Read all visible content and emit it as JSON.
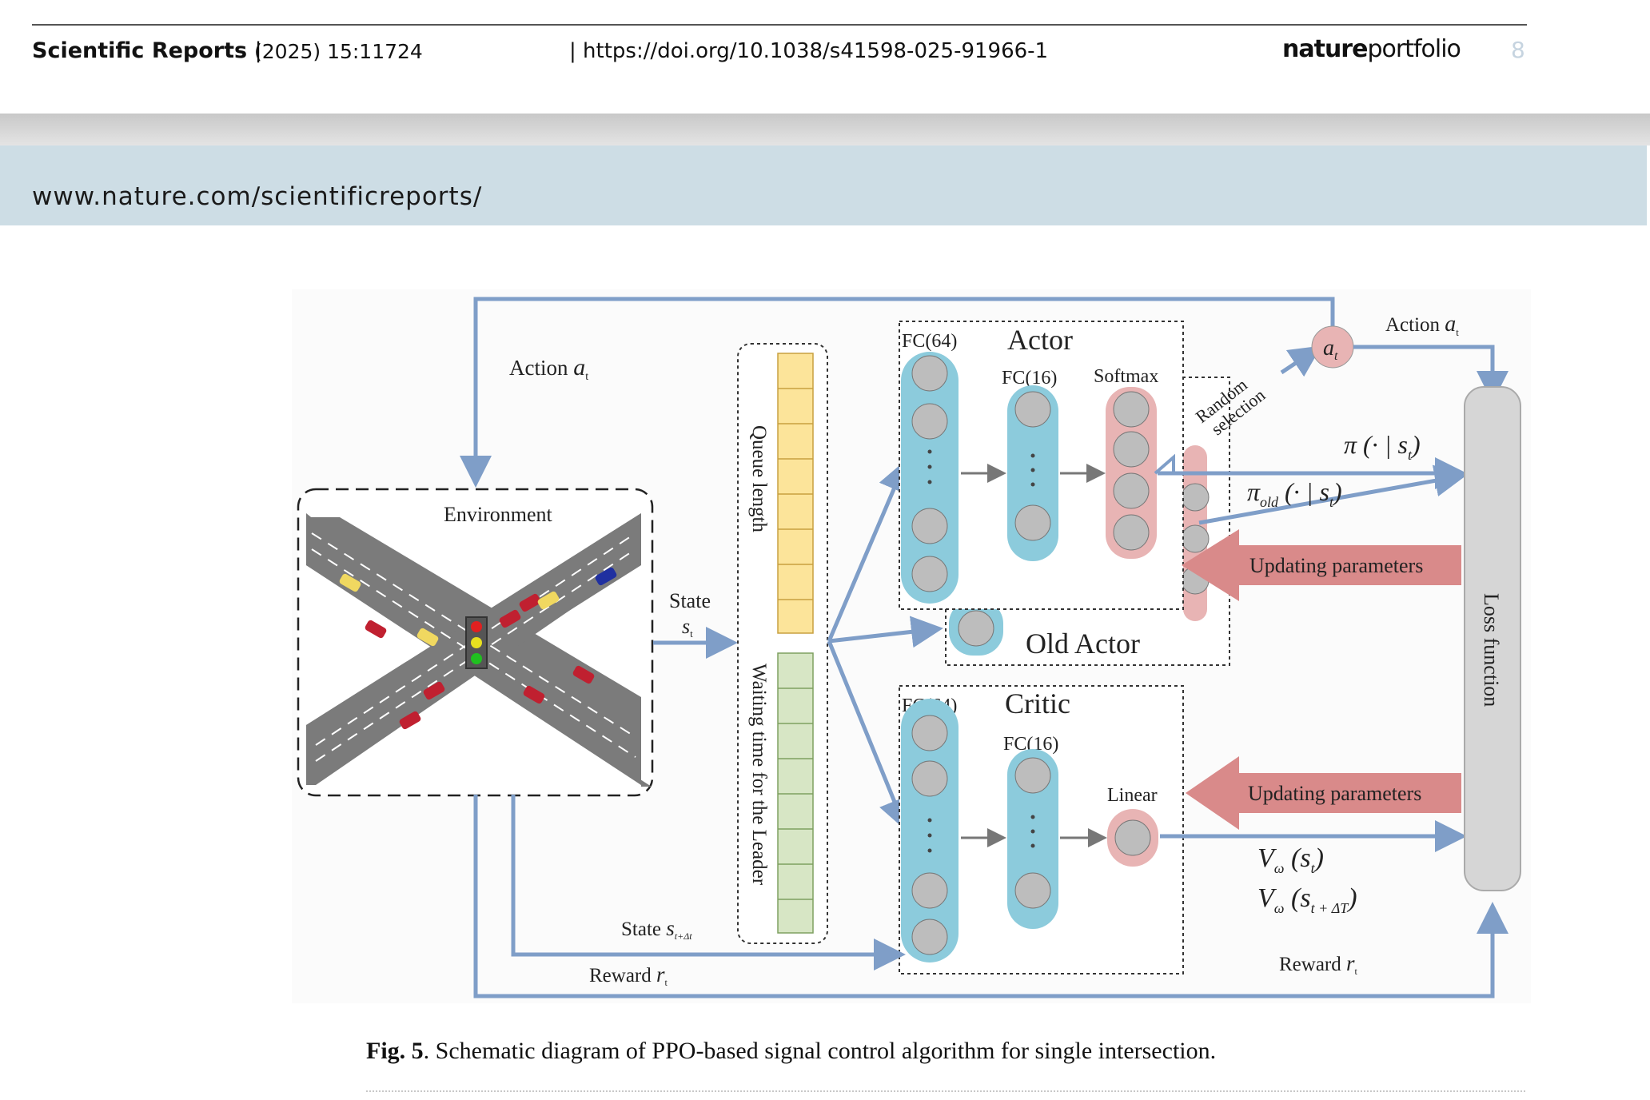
{
  "footer": {
    "journal": "Scientific Reports",
    "separator": "|",
    "year_volume": "(2025) 15:11724",
    "doi": "| https://doi.org/10.1038/s41598-025-91966-1",
    "brand_bold": "nature",
    "brand_light": "portfolio",
    "page_number": "8"
  },
  "header": {
    "url": "www.nature.com/scientificreports/"
  },
  "figure": {
    "environment_label": "Environment",
    "action_left": "Action ",
    "action_left_var": "a",
    "action_left_sub": "t",
    "action_right": "Action ",
    "action_right_var": "a",
    "action_right_sub": "t",
    "state_label": "State",
    "state_var": "s",
    "state_sub": "t",
    "state_next": "State ",
    "state_next_var": "s",
    "state_next_sub": "t+Δt",
    "reward_left": "Reward ",
    "reward_left_var": "r",
    "reward_left_sub": "t",
    "reward_right": "Reward ",
    "reward_right_var": "r",
    "reward_right_sub": "t",
    "queue_length": "Queue length",
    "waiting_time": "Waiting time for the Leader",
    "actor_title": "Actor",
    "critic_title": "Critic",
    "old_actor_title": "Old Actor",
    "fc64": "FC(64)",
    "fc16": "FC(16)",
    "softmax": "Softmax",
    "linear": "Linear",
    "random_selection_1": "Random",
    "random_selection_2": "selection",
    "at_node": "a",
    "at_node_sub": "t",
    "pi_label": "π (· | s",
    "pi_sub": "t",
    "pi_close": ")",
    "pi_old_label": "π",
    "pi_old_sub": "old",
    "pi_old_rest": " (· | s",
    "pi_old_sub2": "t",
    "pi_old_close": ")",
    "updating_1": "Updating parameters",
    "updating_2": "Updating parameters",
    "v_label_1": "V",
    "v_sub_1": "ω",
    "v_arg_1": " (s",
    "v_arg_sub_1": "t",
    "v_close_1": ")",
    "v_label_2": "V",
    "v_sub_2": "ω",
    "v_arg_2": " (s",
    "v_arg_sub_2": "t + ΔT",
    "v_close_2": ")",
    "loss_function": "Loss function"
  },
  "caption": {
    "label": "Fig. 5",
    "text": ".  Schematic diagram of PPO-based signal control algorithm for single intersection."
  },
  "colors": {
    "arrow_blue": "#7f9ec8",
    "layer_blue": "#8ccbdc",
    "softmax_pink": "#e8b4b4",
    "update_red": "#d98a8a",
    "queue_yellow": "#fce49a",
    "wait_green": "#d7e6c5",
    "loss_grey": "#d6d6d6",
    "header_band": "#cddde5"
  }
}
